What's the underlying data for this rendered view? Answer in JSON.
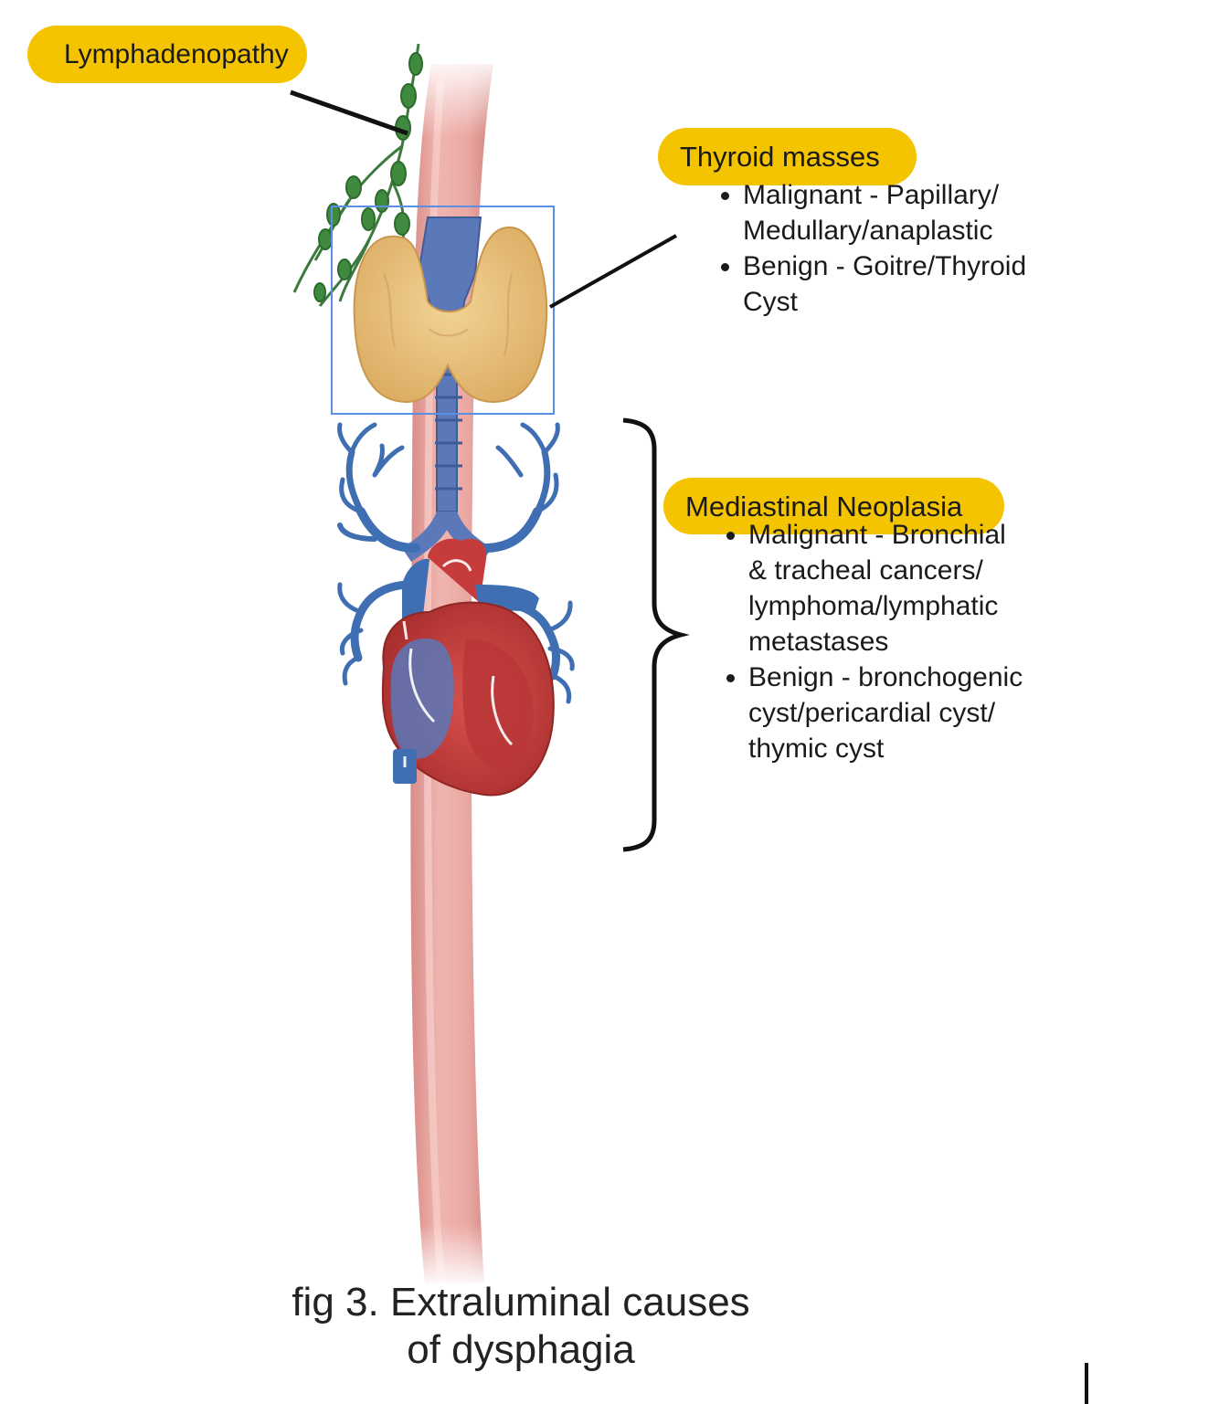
{
  "labels": {
    "lymph": "Lymphadenopathy",
    "thyroid": {
      "title": "Thyroid masses",
      "bullets": [
        {
          "l1": "Malignant - Papillary/",
          "l2": "Medullary/anaplastic"
        },
        {
          "l1": "Benign - Goitre/Thyroid",
          "l2": "Cyst"
        }
      ]
    },
    "mediastinal": {
      "title": "Mediastinal Neoplasia",
      "bullets": [
        {
          "l1": "Malignant - Bronchial",
          "l2": "& tracheal cancers/",
          "l3": "lymphoma/lymphatic",
          "l4": "metastases"
        },
        {
          "l1": "Benign - bronchogenic",
          "l2": "cyst/pericardial cyst/",
          "l3": "thymic cyst"
        }
      ]
    }
  },
  "caption": {
    "line1": "fig 3. Extraluminal causes",
    "line2": "of dysphagia"
  },
  "colors": {
    "highlight": "#f5c400",
    "esophagus": "#e8a4a0",
    "thyroid": "#e9c27c",
    "trachea": "#5b78b8",
    "lymph": "#3d7a3d",
    "heart": "#c63b3b",
    "vessels": "#3f6fb2",
    "selection_box": "#5b8fe0"
  }
}
